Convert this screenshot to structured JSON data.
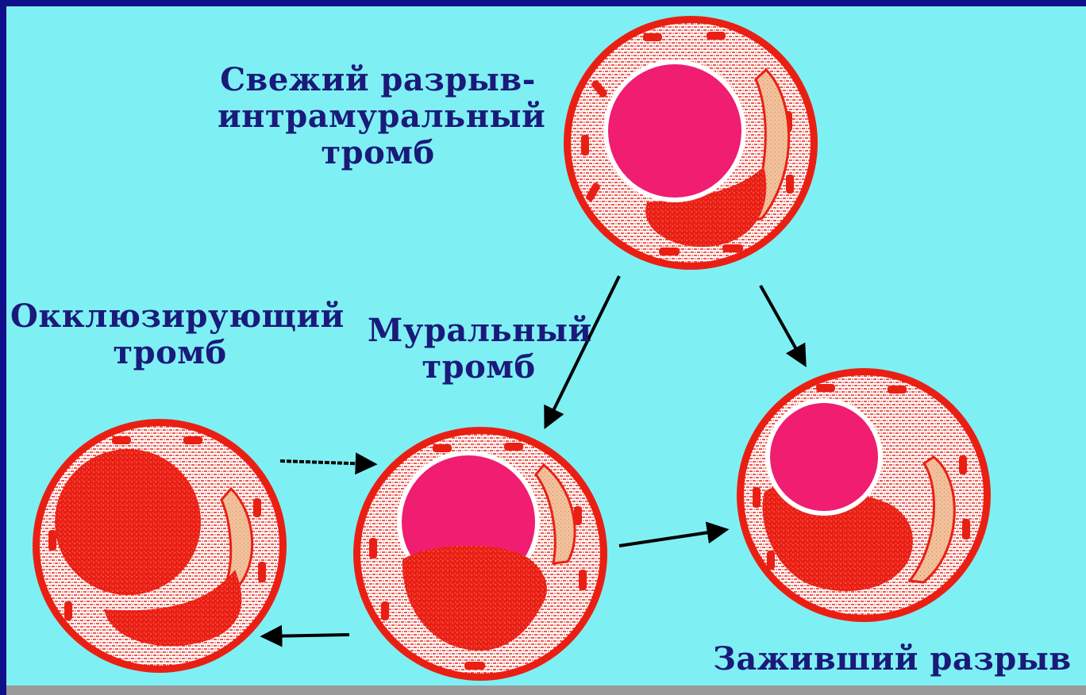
{
  "colors": {
    "background": "#7ef0f3",
    "frame": "#10108a",
    "vessel_wall": "#ea1f14",
    "lumen": "#f01d70",
    "plaque": "#f0c39c",
    "thrombus": "#ea1f14",
    "text": "#1a1a7a",
    "arrow": "#000000"
  },
  "labels": {
    "fresh_rupture": {
      "lines": [
        "Свежий разрыв-",
        "интрамуральный",
        "тромб"
      ]
    },
    "occlusive": {
      "lines": [
        "Окклюзирующий",
        "тромб"
      ]
    },
    "mural": {
      "lines": [
        "Муральный",
        "тромб"
      ]
    },
    "healed": {
      "lines": [
        "Заживший разрыв"
      ]
    }
  },
  "vessels": [
    {
      "id": "fresh-rupture",
      "stage": "Свежий разрыв-интрамуральный тромб"
    },
    {
      "id": "occlusive",
      "stage": "Окклюзирующий тромб"
    },
    {
      "id": "mural",
      "stage": "Муральный тромб"
    },
    {
      "id": "healed",
      "stage": "Заживший разрыв"
    }
  ]
}
